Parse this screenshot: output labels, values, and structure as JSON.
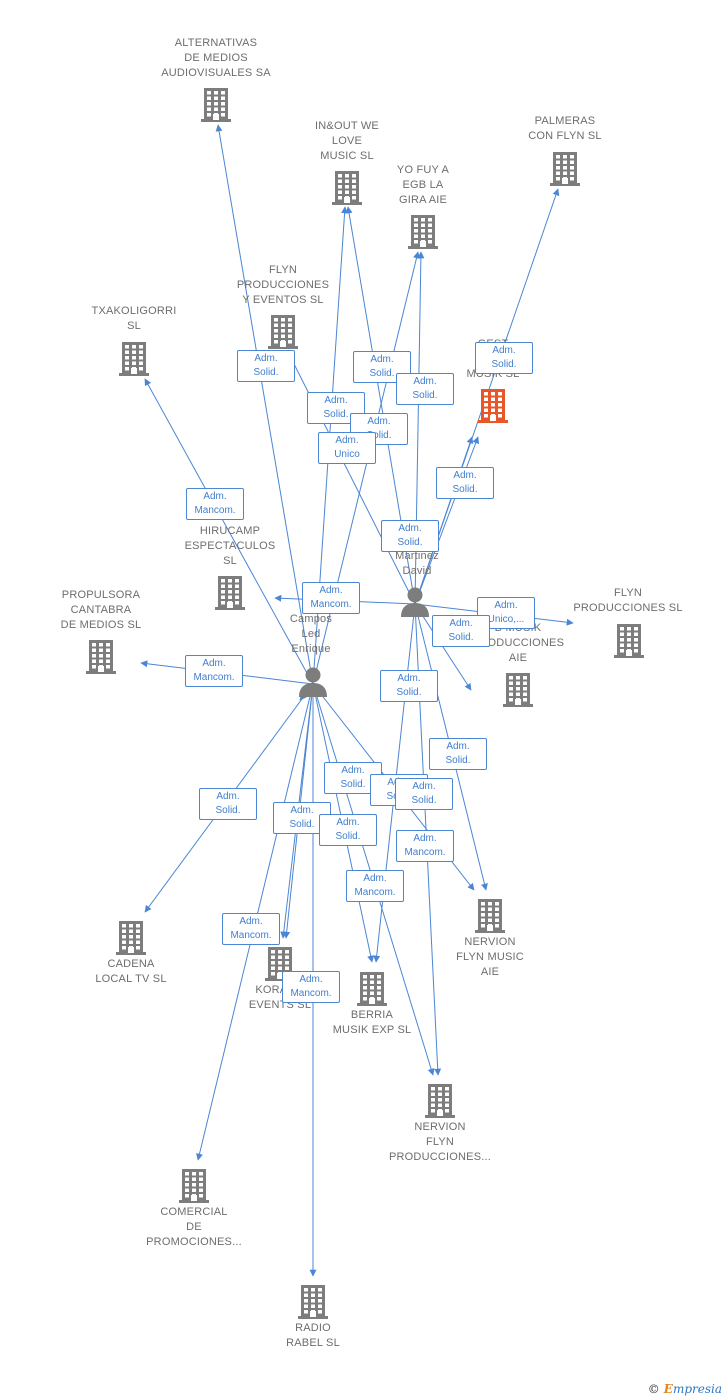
{
  "colors": {
    "edge": "#4a86d4",
    "building": "#7d7d7d",
    "building_highlight": "#e8572a",
    "person": "#7d7d7d",
    "label": "#6d6d6d"
  },
  "nodes": [
    {
      "id": "alternativas",
      "label": "ALTERNATIVAS\nDE MEDIOS\nAUDIOVISUALES SA",
      "kind": "company"
    },
    {
      "id": "inout",
      "label": "IN&OUT WE\nLOVE\nMUSIC  SL",
      "kind": "company"
    },
    {
      "id": "palmeras",
      "label": "PALMERAS\nCON FLYN SL",
      "kind": "company"
    },
    {
      "id": "yofuy",
      "label": "YO FUY A\nEGB LA\nGIRA  AIE",
      "kind": "company"
    },
    {
      "id": "flyneventos",
      "label": "FLYN\nPRODUCCIONES\nY EVENTOS  SL",
      "kind": "company"
    },
    {
      "id": "txakoligorri",
      "label": "TXAKOLIGORRI\nSL",
      "kind": "company"
    },
    {
      "id": "gest",
      "label": "GEST\nBU\nMUSIK  SL",
      "kind": "company_highlight"
    },
    {
      "id": "hirucamp",
      "label": "HIRUCAMP\nESPECTACULOS\nSL",
      "kind": "company"
    },
    {
      "id": "propulsora",
      "label": "PROPULSORA\nCANTABRA\nDE MEDIOS SL",
      "kind": "company"
    },
    {
      "id": "flynprod",
      "label": "FLYN\nPRODUCCIONES SL",
      "kind": "company"
    },
    {
      "id": "bmusik",
      "label": "B MUSIK\nPRODUCCIONES\nAIE",
      "kind": "company"
    },
    {
      "id": "martinez",
      "label": "n\nMartinez\nDavid",
      "kind": "person"
    },
    {
      "id": "campos",
      "label": "Campos\nLed\nEnrique",
      "kind": "person"
    },
    {
      "id": "cadena",
      "label": "CADENA\nLOCAL TV SL",
      "kind": "company"
    },
    {
      "id": "korawa",
      "label": "KORAWA\nEVENTS  SL",
      "kind": "company"
    },
    {
      "id": "berria",
      "label": "BERRIA\nMUSIK EXP  SL",
      "kind": "company"
    },
    {
      "id": "nervionmusic",
      "label": "NERVION\nFLYN MUSIC\nAIE",
      "kind": "company"
    },
    {
      "id": "nervionprod",
      "label": "NERVION\nFLYN\nPRODUCCIONES...",
      "kind": "company"
    },
    {
      "id": "comercial",
      "label": "COMERCIAL\nDE\nPROMOCIONES...",
      "kind": "company"
    },
    {
      "id": "radio",
      "label": "RADIO\nRABEL SL",
      "kind": "company"
    }
  ],
  "relations": [
    {
      "label": "Adm.\nSolid."
    },
    {
      "label": "Adm.\nSolid."
    },
    {
      "label": "Adm.\nSolid."
    },
    {
      "label": "Adm.\nSolid."
    },
    {
      "label": "Adm.\nSolid."
    },
    {
      "label": "Adm.\nUnico"
    },
    {
      "label": "Adm.\nSolid."
    },
    {
      "label": "Adm.\nSolid."
    },
    {
      "label": "Adm.\nMancom."
    },
    {
      "label": "Adm.\nSolid."
    },
    {
      "label": "Adm.\nMancom."
    },
    {
      "label": "Adm.\nUnico,..."
    },
    {
      "label": "Adm.\nSolid."
    },
    {
      "label": "Adm.\nMancom."
    },
    {
      "label": "Adm.\nSolid."
    },
    {
      "label": "Adm.\nSolid."
    },
    {
      "label": "Adm.\nSolid."
    },
    {
      "label": "Adm.\nSolid."
    },
    {
      "label": "Adm.\nSolid."
    },
    {
      "label": "Adm.\nSolid."
    },
    {
      "label": "Adm.\nSolid."
    },
    {
      "label": "Adm.\nMancom."
    },
    {
      "label": "Adm.\nMancom."
    },
    {
      "label": "Adm.\nMancom."
    },
    {
      "label": "Adm.\nMancom."
    },
    {
      "label": "Adm.\nSolid."
    }
  ],
  "watermark": {
    "copyright": "©",
    "brand_initial": "E",
    "brand_rest": "mpresia"
  }
}
